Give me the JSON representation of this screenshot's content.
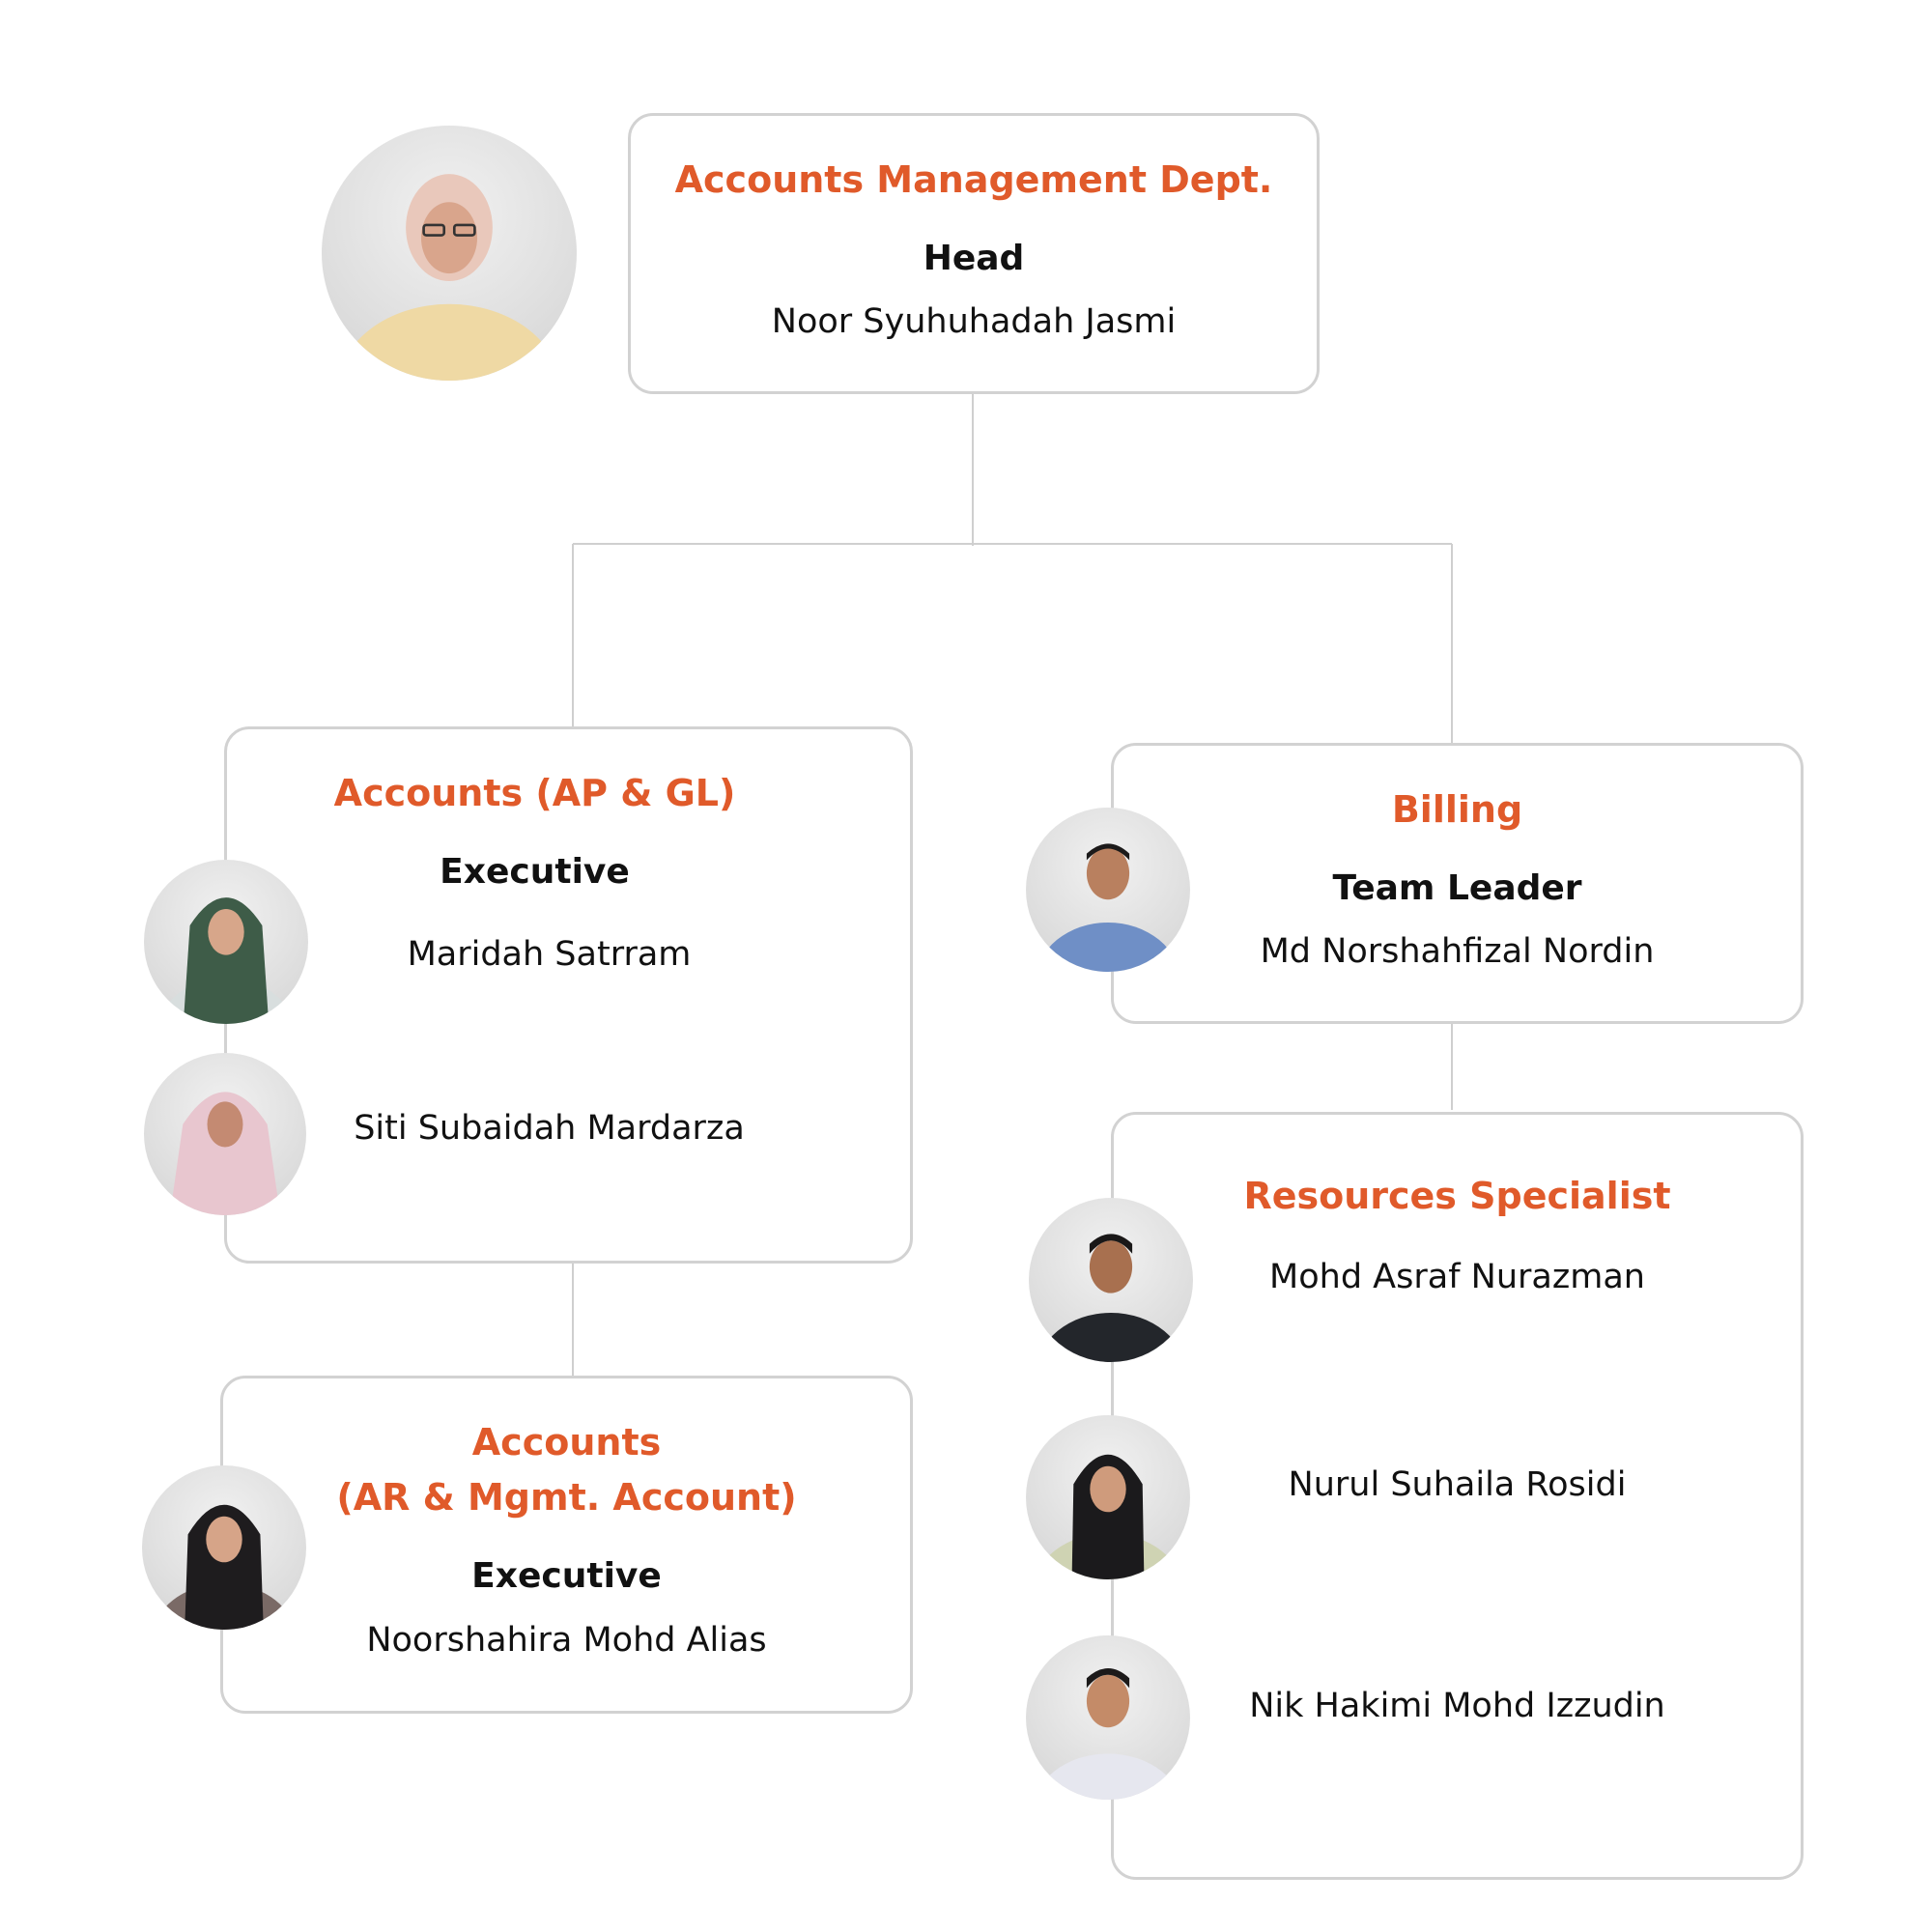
{
  "chart": {
    "head": {
      "department": "Accounts Management Dept.",
      "role": "Head",
      "person": "Noor Syuhuhadah Jasmi"
    },
    "ap_gl": {
      "department": "Accounts  (AP & GL)",
      "role": "Executive",
      "members": [
        "Maridah Satrram",
        "Siti Subaidah Mardarza"
      ]
    },
    "ar_mgmt": {
      "department_line1": "Accounts",
      "department_line2": "(AR & Mgmt. Account)",
      "role": "Executive",
      "person": "Noorshahira Mohd Alias"
    },
    "billing": {
      "department": "Billing",
      "role": "Team Leader",
      "person": "Md Norshahfizal Nordin"
    },
    "resources": {
      "department": "Resources Specialist",
      "members": [
        "Mohd Asraf Nurazman",
        "Nurul Suhaila Rosidi",
        "Nik Hakimi Mohd Izzudin"
      ]
    }
  },
  "colors": {
    "accent": "#e05a2a",
    "border": "#d2d2d2",
    "connector": "#cfcfcf"
  }
}
